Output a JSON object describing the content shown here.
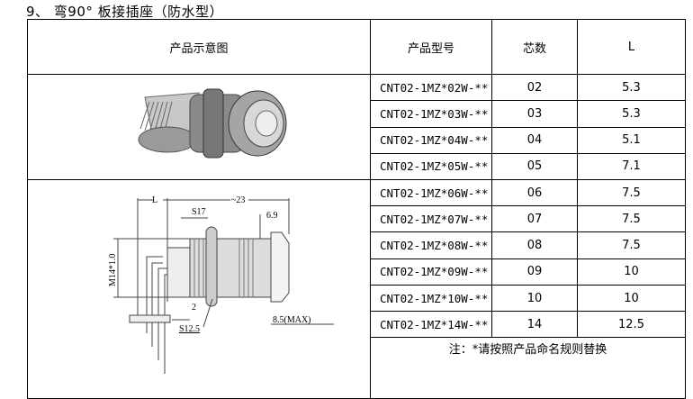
{
  "title": "9、 弯90° 板接插座（防水型）",
  "headers": [
    "产品示意图",
    "产品型号",
    "芯数",
    "L"
  ],
  "rows": [
    {
      "model": "CNT02-1MZ*02W-**",
      "cores": "02",
      "L": "5.3"
    },
    {
      "model": "CNT02-1MZ*03W-**",
      "cores": "03",
      "L": "5.3"
    },
    {
      "model": "CNT02-1MZ*04W-**",
      "cores": "04",
      "L": "5.1"
    },
    {
      "model": "CNT02-1MZ*05W-**",
      "cores": "05",
      "L": "7.1"
    },
    {
      "model": "CNT02-1MZ*06W-**",
      "cores": "06",
      "L": "7.5"
    },
    {
      "model": "CNT02-1MZ*07W-**",
      "cores": "07",
      "L": "7.5"
    },
    {
      "model": "CNT02-1MZ*08W-**",
      "cores": "08",
      "L": "7.5"
    },
    {
      "model": "CNT02-1MZ*09W-**",
      "cores": "09",
      "L": "10"
    },
    {
      "model": "CNT02-1MZ*10W-**",
      "cores": "10",
      "L": "10"
    },
    {
      "model": "CNT02-1MZ*14W-**",
      "cores": "14",
      "L": "12.5"
    }
  ],
  "note": "注：*请按照产品命名规则替换",
  "drawing": {
    "L": "L",
    "len23": "~23",
    "s17": "S17",
    "d69": "6.9",
    "m14": "M14*1.0",
    "d2": "2",
    "s125": "S12.5",
    "max": "8.5(MAX)"
  }
}
